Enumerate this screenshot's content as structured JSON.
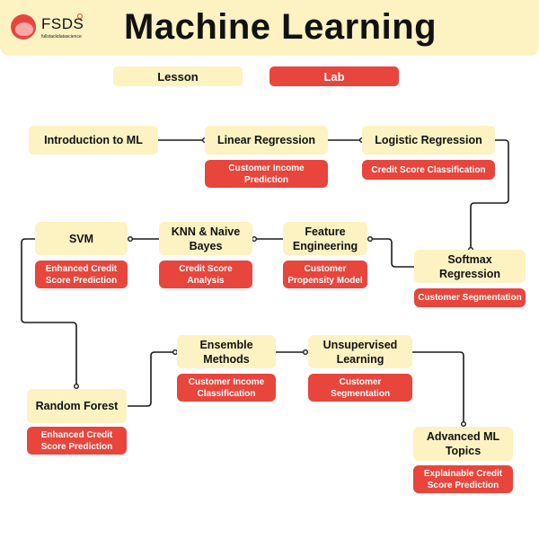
{
  "header": {
    "logo_text": "FSDS",
    "logo_subtext": "fullstackdatascience",
    "title": "Machine Learning",
    "background_color": "#fdf2c2"
  },
  "legend": {
    "lesson_label": "Lesson",
    "lab_label": "Lab",
    "lesson_color": "#fdf2c2",
    "lab_color": "#e8453c"
  },
  "nodes": [
    {
      "id": "intro",
      "lesson": "Introduction to ML",
      "lab": null
    },
    {
      "id": "linear",
      "lesson": "Linear Regression",
      "lab": "Customer Income Prediction"
    },
    {
      "id": "logistic",
      "lesson": "Logistic Regression",
      "lab": "Credit Score Classification"
    },
    {
      "id": "softmax",
      "lesson": "Softmax Regression",
      "lab": "Customer Segmentation"
    },
    {
      "id": "feature",
      "lesson": "Feature Engineering",
      "lab": "Customer Propensity Model"
    },
    {
      "id": "knn",
      "lesson": "KNN & Naive Bayes",
      "lab": "Credit Score Analysis"
    },
    {
      "id": "svm",
      "lesson": "SVM",
      "lab": "Enhanced Credit Score Prediction"
    },
    {
      "id": "rf",
      "lesson": "Random Forest",
      "lab": "Enhanced Credit Score Prediction"
    },
    {
      "id": "ensemble",
      "lesson": "Ensemble Methods",
      "lab": "Customer Income Classification"
    },
    {
      "id": "unsupervised",
      "lesson": "Unsupervised Learning",
      "lab": "Customer Segmentation"
    },
    {
      "id": "advanced",
      "lesson": "Advanced ML Topics",
      "lab": "Explainable Credit Score Prediction"
    }
  ],
  "edges": [
    [
      "intro",
      "linear"
    ],
    [
      "linear",
      "logistic"
    ],
    [
      "logistic",
      "softmax"
    ],
    [
      "softmax",
      "feature"
    ],
    [
      "feature",
      "knn"
    ],
    [
      "knn",
      "svm"
    ],
    [
      "svm",
      "rf"
    ],
    [
      "rf",
      "ensemble"
    ],
    [
      "ensemble",
      "unsupervised"
    ],
    [
      "unsupervised",
      "advanced"
    ]
  ]
}
